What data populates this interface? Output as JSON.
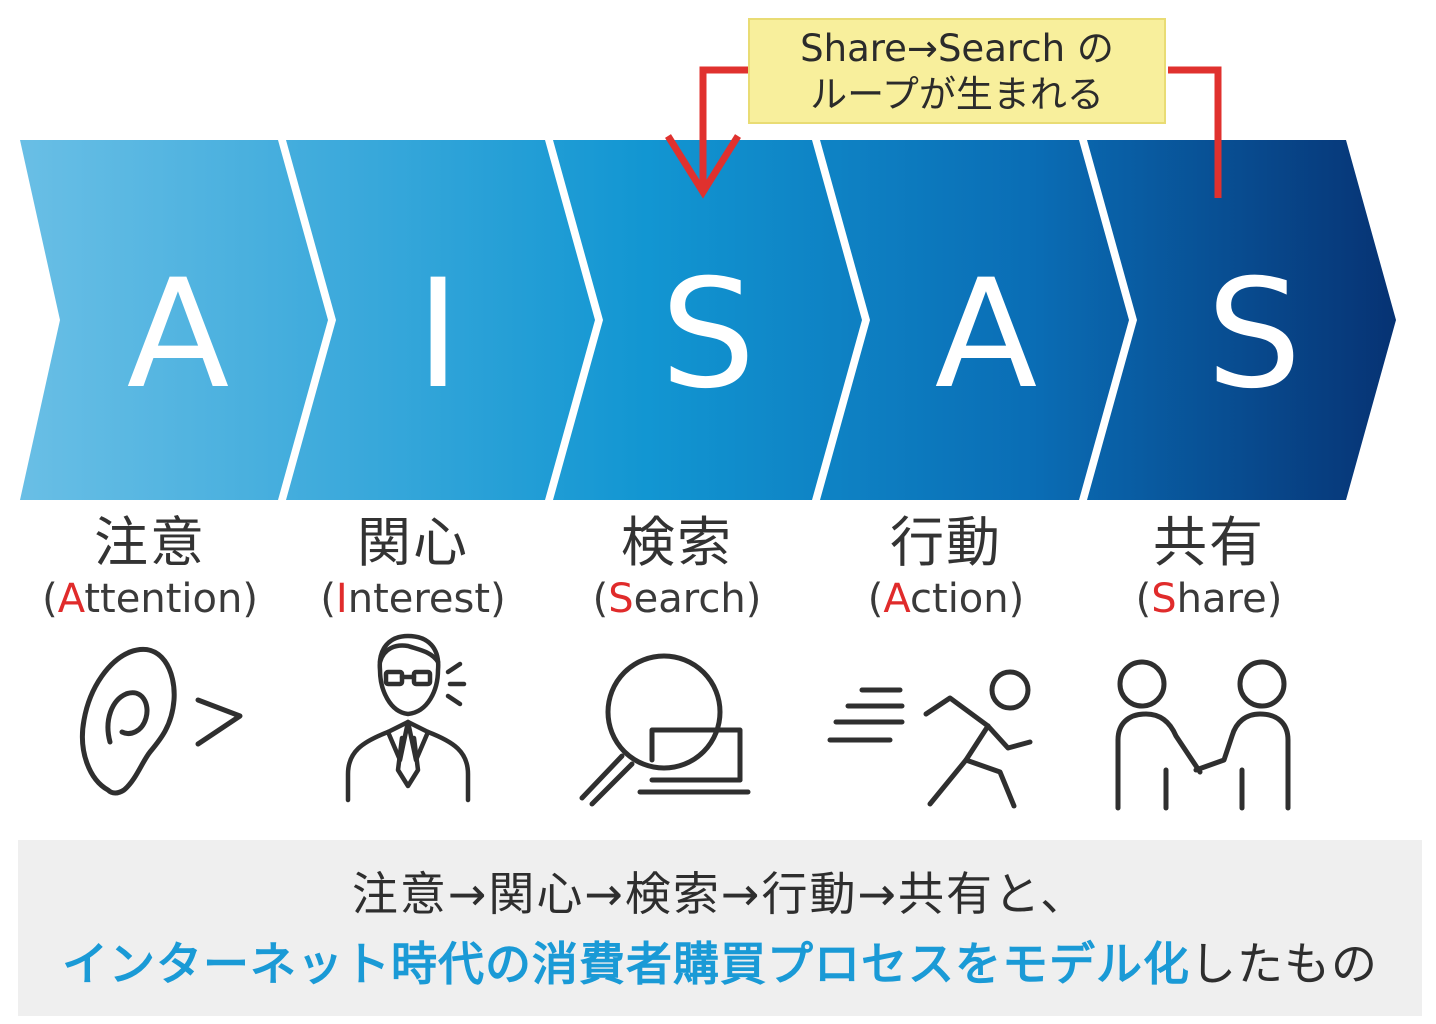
{
  "callout": {
    "line1": "Share→Search の",
    "line2": "ループが生まれる"
  },
  "stages": [
    {
      "letter": "A",
      "jp": "注意",
      "en_initial": "A",
      "en_rest": "ttention",
      "icon": "ear-icon"
    },
    {
      "letter": "I",
      "jp": "関心",
      "en_initial": "I",
      "en_rest": "nterest",
      "icon": "businessman-icon"
    },
    {
      "letter": "S",
      "jp": "検索",
      "en_initial": "S",
      "en_rest": "earch",
      "icon": "magnifier-laptop-icon"
    },
    {
      "letter": "A",
      "jp": "行動",
      "en_initial": "A",
      "en_rest": "ction",
      "icon": "running-person-icon"
    },
    {
      "letter": "S",
      "jp": "共有",
      "en_initial": "S",
      "en_rest": "hare",
      "icon": "handshake-people-icon"
    }
  ],
  "paren_open": "(",
  "paren_close": ")",
  "summary": {
    "line1": "注意→関心→検索→行動→共有と、",
    "line2_highlight": "インターネット時代の消費者購買プロセスをモデル化",
    "line2_rest": "したもの"
  },
  "colors": {
    "chevron_light": "#6cc0e6",
    "chevron_mid": "#1296d2",
    "chevron_dark": "#0a2f6e",
    "arrow_red": "#e0312e",
    "highlight_red": "#e02b2b",
    "summary_blue": "#1a9ad6",
    "callout_yellow": "#f8ef9c"
  }
}
